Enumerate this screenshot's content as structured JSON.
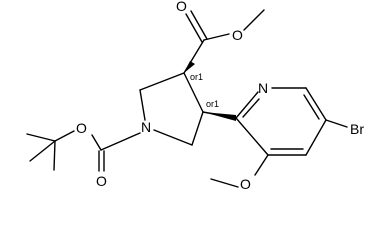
{
  "molecule": {
    "atoms": {
      "carbonyl_o_ester": "O",
      "ester_o": "O",
      "pyridine_n": "N",
      "pyrrolidine_n": "N",
      "boc_o_ether": "O",
      "boc_o_carbonyl": "O",
      "methoxy_o": "O",
      "bromine": "Br"
    },
    "stereo_labels": {
      "c3": "or1",
      "c4": "or1"
    }
  }
}
